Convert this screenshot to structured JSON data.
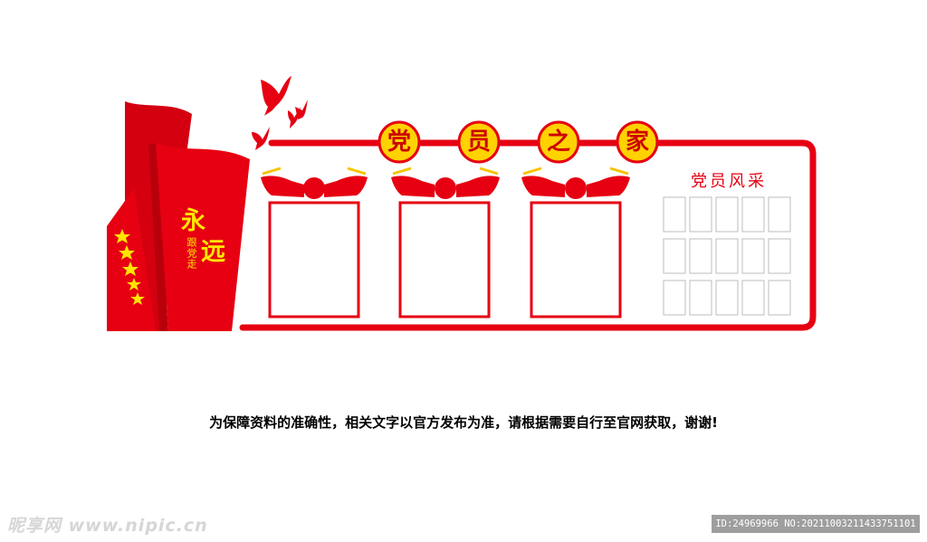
{
  "board": {
    "title_chars": [
      "党",
      "员",
      "之",
      "家"
    ],
    "slogan_main_1": "永",
    "slogan_main_2": "远",
    "slogan_sub": "跟党走",
    "gallery_title": "党员风采",
    "frames": 3,
    "photo_grid": {
      "rows": 3,
      "cols": 5
    },
    "stars": 5
  },
  "notice": "为保障资料的准确性，相关文字以官方发布为准，请根据需要自行至官网获取，谢谢!",
  "watermark": {
    "left": "昵享网 www.nipic.cn",
    "right": "ID:24969966 NO:20211003211433751101"
  },
  "colors": {
    "primary_red": "#e60012",
    "dark_red": "#c8000a",
    "gold": "#ffe600",
    "badge_yellow": "#ffd200"
  }
}
